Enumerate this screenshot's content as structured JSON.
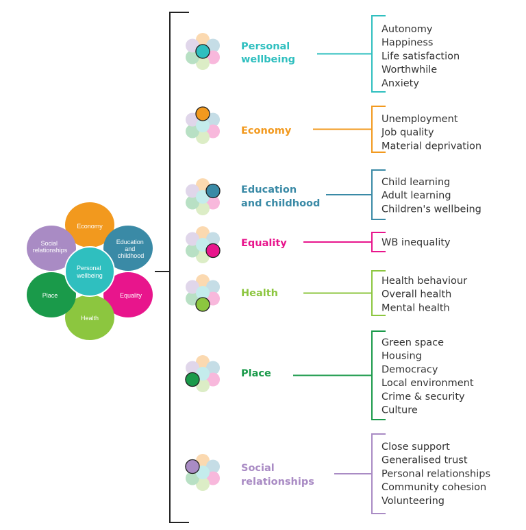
{
  "colors": {
    "personal_wellbeing": "#2fbfbf",
    "economy": "#f2991e",
    "education_childhood": "#3a8aa6",
    "equality": "#e8158c",
    "health": "#8cc63f",
    "place": "#1a9a4a",
    "social_relationships": "#a98bc4",
    "bracket": "#222222",
    "text": "#333333"
  },
  "flower": {
    "center": [
      "Personal",
      "wellbeing"
    ],
    "economy": [
      "Economy"
    ],
    "education": [
      "Education",
      "and",
      "childhood"
    ],
    "equality": [
      "Equality"
    ],
    "health": [
      "Health"
    ],
    "place": [
      "Place"
    ],
    "social": [
      "Social",
      "relationships"
    ]
  },
  "categories": [
    {
      "id": "personal_wellbeing",
      "label": [
        "Personal",
        "wellbeing"
      ],
      "highlight": "center",
      "indicators": [
        "Autonomy",
        "Happiness",
        "Life satisfaction",
        "Worthwhile",
        "Anxiety"
      ]
    },
    {
      "id": "economy",
      "label": [
        "Economy"
      ],
      "highlight": "top",
      "indicators": [
        "Unemployment",
        "Job quality",
        "Material deprivation"
      ]
    },
    {
      "id": "education_childhood",
      "label": [
        "Education",
        "and childhood"
      ],
      "highlight": "upper-right",
      "indicators": [
        "Child learning",
        "Adult learning",
        "Children's wellbeing"
      ]
    },
    {
      "id": "equality",
      "label": [
        "Equality"
      ],
      "highlight": "lower-right",
      "indicators": [
        "WB inequality"
      ]
    },
    {
      "id": "health",
      "label": [
        "Health"
      ],
      "highlight": "bottom",
      "indicators": [
        "Health behaviour",
        "Overall health",
        "Mental health"
      ]
    },
    {
      "id": "place",
      "label": [
        "Place"
      ],
      "highlight": "lower-left",
      "indicators": [
        "Green space",
        "Housing",
        "Democracy",
        "Local environment",
        "Crime & security",
        "Culture"
      ]
    },
    {
      "id": "social_relationships",
      "label": [
        "Social",
        "relationships"
      ],
      "highlight": "upper-left",
      "indicators": [
        "Close support",
        "Generalised trust",
        "Personal relationships",
        "Community cohesion",
        "Volunteering"
      ]
    }
  ]
}
